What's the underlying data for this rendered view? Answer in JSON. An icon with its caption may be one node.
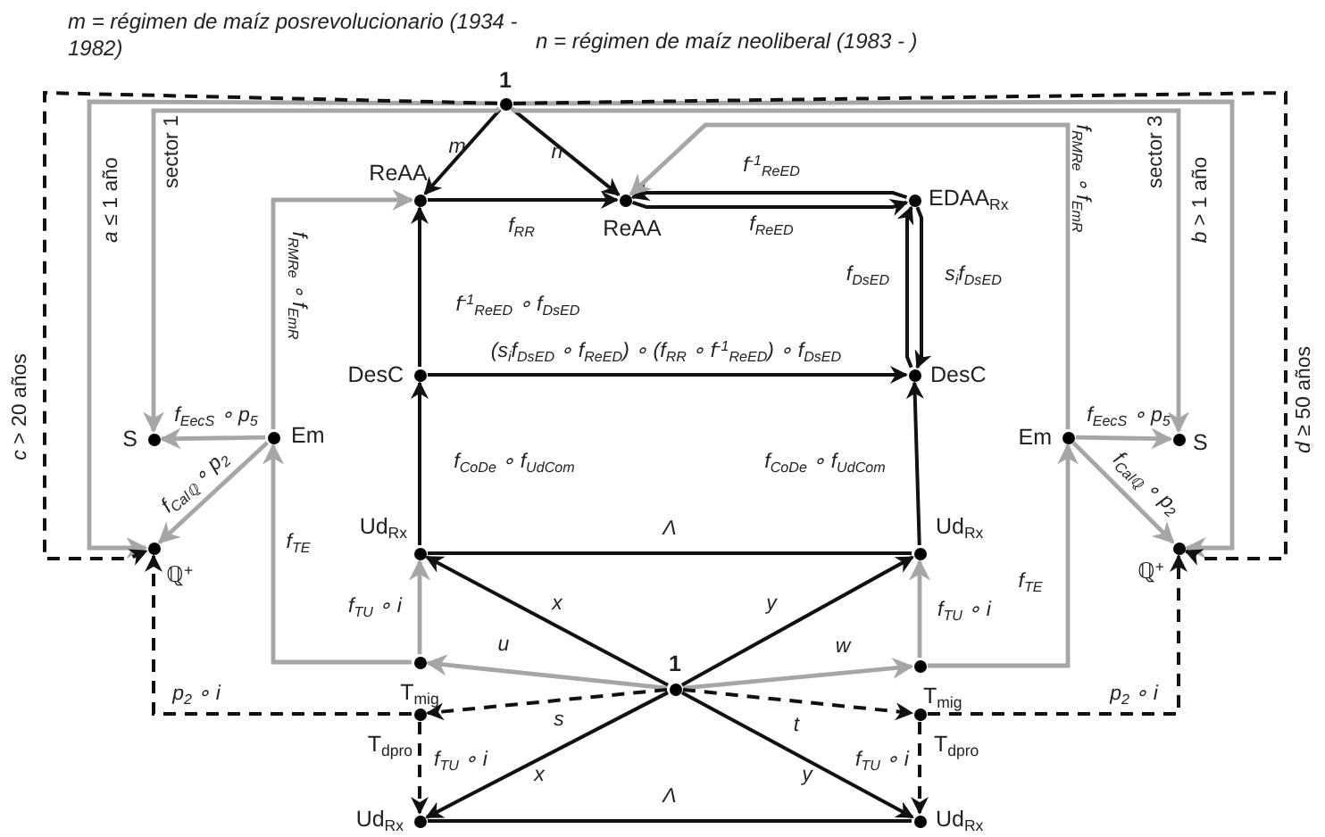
{
  "diagram": {
    "nodes": [
      {
        "text": [
          "1"
        ]
      },
      {
        "text": [
          "ReAA"
        ]
      },
      {
        "text": [
          "ReAA"
        ]
      },
      {
        "text": [
          "EDAA$_{Rx}$"
        ]
      },
      {
        "text": [
          "DesC"
        ]
      },
      {
        "text": [
          "DesC"
        ]
      },
      {
        "text": [
          "Ud$_{Rx}$"
        ]
      },
      {
        "text": [
          "Ud$_{Rx}$"
        ]
      },
      {
        "text": [
          "Em"
        ]
      },
      {
        "text": [
          "S"
        ]
      },
      {
        "text": [
          "ℚ$^{+}$"
        ]
      },
      {
        "text": [
          "Em"
        ]
      },
      {
        "text": [
          "S"
        ]
      },
      {
        "text": [
          "ℚ$^{+}$"
        ]
      },
      {
        "text": [
          "1"
        ]
      },
      {
        "text": [
          "T$_{mig}$"
        ]
      },
      {
        "text": [
          "T$_{mig}$"
        ]
      },
      {
        "text": [
          "T$_{dpro}$"
        ]
      },
      {
        "text": [
          "T$_{dpro}$"
        ]
      },
      {
        "text": [
          "Ud$_{Rx}$"
        ]
      },
      {
        "text": [
          "Ud$_{Rx}$"
        ]
      }
    ],
    "edges": [
      {
        "from": 0,
        "to": 1,
        "arrow": "to",
        "label": "m"
      },
      {
        "from": 0,
        "to": 2,
        "arrow": "to",
        "label": "n"
      },
      {
        "from": 1,
        "to": 2,
        "arrow": "to",
        "label": "f$_{RR}$"
      },
      {
        "from": 3,
        "to": 2,
        "arrow": "to",
        "label": "f$^{-1}$$_{ReED}$"
      },
      {
        "from": 2,
        "to": 3,
        "arrow": "to",
        "label": "f$_{ReED}$"
      },
      {
        "from": 5,
        "to": 3,
        "arrow": "to",
        "label": "f$_{DsED}$"
      },
      {
        "from": 3,
        "to": 5,
        "arrow": "to",
        "label": "s$_{i}$f$_{DsED}$"
      },
      {
        "from": 4,
        "to": 1,
        "arrow": "to",
        "label": "f$^{-1}$$_{ReED}$ ∘ f$_{DsED}$"
      },
      {
        "from": 4,
        "to": 5,
        "arrow": "to",
        "label": "(s$_{i}$f$_{DsED}$ ∘ f$_{ReED}$) ∘ (f$_{RR}$ ∘ f$^{-1}$$_{ReED}$) ∘ f$_{DsED}$"
      },
      {
        "from": 6,
        "to": 4,
        "arrow": "to",
        "label": "f$_{CoDe}$ ∘ f$_{UdCom}$"
      },
      {
        "from": 7,
        "to": 5,
        "arrow": "to",
        "label": "f$_{CoDe}$ ∘ f$_{UdCom}$"
      },
      {
        "from": 6,
        "to": 7,
        "arrow": "none",
        "label": "Λ"
      },
      {
        "from": 14,
        "to": 6,
        "arrow": "to",
        "label": "x"
      },
      {
        "from": 14,
        "to": 7,
        "arrow": "to",
        "label": "y"
      },
      {
        "from": 14,
        "to": 15,
        "arrow": "to",
        "label": "u",
        "color": "#a6a6a6"
      },
      {
        "from": 14,
        "to": 16,
        "arrow": "to",
        "label": "w",
        "color": "#a6a6a6"
      },
      {
        "from": 14,
        "to": 17,
        "arrow": "to",
        "label": "s",
        "style": "dashed"
      },
      {
        "from": 14,
        "to": 18,
        "arrow": "to",
        "label": "t",
        "style": "dashed"
      },
      {
        "from": 14,
        "to": 19,
        "arrow": "to",
        "label": "x"
      },
      {
        "from": 14,
        "to": 20,
        "arrow": "to",
        "label": "y"
      },
      {
        "from": 15,
        "to": 6,
        "arrow": "to",
        "label": "f$_{TU}$ ∘ i",
        "color": "#a6a6a6"
      },
      {
        "from": 16,
        "to": 7,
        "arrow": "to",
        "label": "f$_{TU}$ ∘ i",
        "color": "#a6a6a6"
      },
      {
        "from": 17,
        "to": 19,
        "arrow": "to",
        "label": "f$_{TU}$ ∘ i",
        "style": "dashed"
      },
      {
        "from": 18,
        "to": 20,
        "arrow": "to",
        "label": "f$_{TU}$ ∘ i",
        "style": "dashed"
      },
      {
        "from": 19,
        "to": 20,
        "arrow": "none",
        "label": "Λ"
      },
      {
        "from": 17,
        "to": 10,
        "arrow": "to",
        "label": "p$_{2}$ ∘ i",
        "style": "dashed"
      },
      {
        "from": 18,
        "to": 13,
        "arrow": "to",
        "label": "p$_{2}$ ∘ i",
        "style": "dashed"
      },
      {
        "from": 15,
        "to": 8,
        "arrow": "to",
        "label": "f$_{TE}$",
        "color": "#a6a6a6"
      },
      {
        "from": 16,
        "to": 11,
        "arrow": "to",
        "label": "f$_{TE}$",
        "color": "#a6a6a6"
      },
      {
        "from": 8,
        "to": 9,
        "arrow": "to",
        "label": "f$_{EecS}$ ∘ p$_{5}$",
        "color": "#a6a6a6"
      },
      {
        "from": 8,
        "to": 10,
        "arrow": "to",
        "label": "f$_{Calℚ}$ ∘ p$_{2}$",
        "color": "#a6a6a6"
      },
      {
        "from": 11,
        "to": 12,
        "arrow": "to",
        "label": "f$_{EecS}$ ∘ p$_{5}$",
        "color": "#a6a6a6"
      },
      {
        "from": 11,
        "to": 13,
        "arrow": "to",
        "label": "f$_{Calℚ}$ ∘ p$_{2}$",
        "color": "#a6a6a6"
      },
      {
        "from": 8,
        "to": 1,
        "arrow": "to",
        "label": "f$_{RMRe}$ ∘ f$_{EmR}$",
        "color": "#a6a6a6"
      },
      {
        "from": 11,
        "to": 2,
        "arrow": "to",
        "label": "f$_{RMRe}$ ∘ f$_{EmR}$",
        "color": "#a6a6a6"
      },
      {
        "from": 0,
        "to": 9,
        "arrow": "to",
        "label": "sector 1",
        "color": "#a6a6a6"
      },
      {
        "from": 0,
        "to": 10,
        "arrow": "to",
        "label": "*a* ≤ 1 año",
        "color": "#a6a6a6"
      },
      {
        "from": 0,
        "to": 12,
        "arrow": "to",
        "label": "sector 3",
        "color": "#a6a6a6"
      },
      {
        "from": 0,
        "to": 13,
        "arrow": "to",
        "label": "*b* > 1 año",
        "color": "#a6a6a6"
      },
      {
        "from": 0,
        "to": 10,
        "arrow": "to",
        "label": "*c* > 20 años",
        "style": "dashed"
      },
      {
        "from": 0,
        "to": 13,
        "arrow": "to",
        "label": "*d* ≥ 50 años",
        "style": "dashed"
      }
    ],
    "labels": [
      "m = régimen de maíz posrevolucionario (1934 - 1982)",
      "n = régimen de maíz neoliberal (1983 -  )"
    ]
  }
}
